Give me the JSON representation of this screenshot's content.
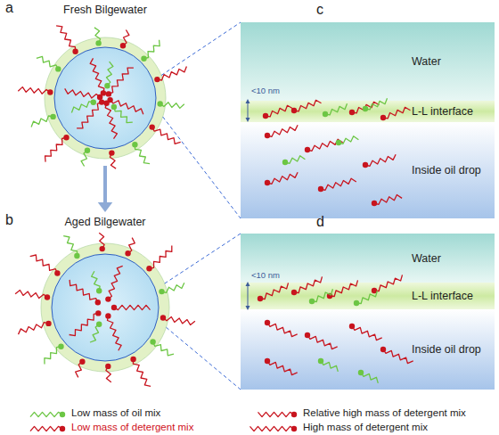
{
  "diagram": {
    "nodes": [
      {
        "text": [
          "a",
          "Fresh Bilgewater"
        ]
      },
      {
        "text": [
          "c"
        ]
      },
      {
        "text": [
          "Water"
        ],
        "in": 1
      },
      {
        "text": [
          "L-L interface"
        ],
        "in": 1
      },
      {
        "text": [
          "Inside oil drop"
        ],
        "in": 1
      },
      {
        "text": [
          "b",
          "Aged Bilgewater"
        ]
      },
      {
        "text": [
          "d"
        ]
      },
      {
        "text": [
          "Water"
        ],
        "in": 6
      },
      {
        "text": [
          "L-L interface"
        ],
        "in": 6
      },
      {
        "text": [
          "Inside oil drop"
        ],
        "in": 6
      }
    ],
    "edges": [
      {
        "from": 0,
        "to": 5,
        "arrow": "to"
      },
      {
        "from": 0,
        "to": 1,
        "arrow": "none"
      },
      {
        "from": 0,
        "to": 1,
        "arrow": "none"
      },
      {
        "from": 5,
        "to": 6,
        "arrow": "none"
      },
      {
        "from": 5,
        "to": 6,
        "arrow": "none"
      }
    ],
    "labels": [
      "<10 nm",
      "<10 nm"
    ],
    "legend": [
      {
        "text": "Low mass of oil mix"
      },
      {
        "text": "Low mass of detergent mix"
      },
      {
        "text": "Relative high mass of detergent mix"
      },
      {
        "text": "High mass of detergent mix"
      }
    ]
  }
}
